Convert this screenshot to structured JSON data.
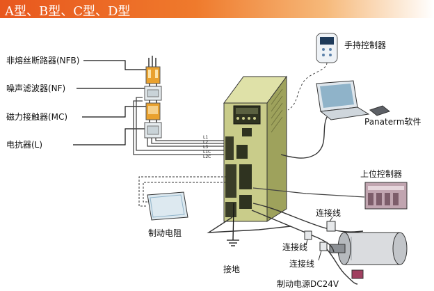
{
  "header": {
    "title": "A型、B型、C型、D型"
  },
  "labels": {
    "nfb": "非熔丝断路器(NFB)",
    "nf": "噪声滤波器(NF)",
    "mc": "磁力接触器(MC)",
    "reactor": "电抗器(L)",
    "handheld": "手持控制器",
    "panaterm": "Panaterm软件",
    "host_controller": "上位控制器",
    "brake_resistor": "制动电阻",
    "ground": "接地",
    "cable_1": "连接线",
    "cable_2": "连接线",
    "cable_3": "连接线",
    "brake_power": "制动电源DC24V"
  },
  "terminals": [
    "L1",
    "L2",
    "L3",
    "L1C",
    "L2C"
  ],
  "colors": {
    "header": "#e8571e",
    "driver_body": "#c9cc8a",
    "driver_dark": "#2f3320",
    "breaker": "#e9a12e",
    "grid": "#9fbfcf"
  }
}
